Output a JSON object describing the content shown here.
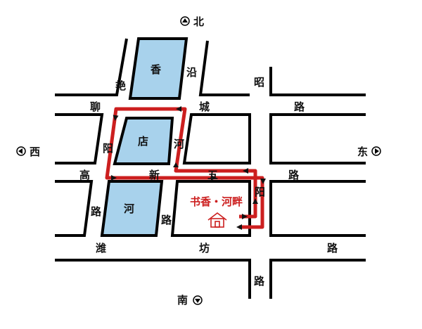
{
  "compass": {
    "north": "北",
    "south": "南",
    "west": "西",
    "east": "东"
  },
  "streets": {
    "yanyang": [
      "艳",
      "阳",
      "路"
    ],
    "xiangyan": [
      "沿"
    ],
    "zhaoyang": [
      "昭",
      "阳"
    ],
    "liaocheng": [
      "聊",
      "城",
      "路"
    ],
    "gaoxin": [
      "高",
      "新",
      "五",
      "路"
    ],
    "weifang": [
      "潍",
      "坊",
      "路"
    ],
    "hehe": [
      "河",
      "路"
    ]
  },
  "park_labels": [
    "香",
    "店",
    "河"
  ],
  "destination": {
    "label": "书香・河畔",
    "icon": "house-icon"
  },
  "colors": {
    "route": "#cc1f1f",
    "park": "#a8d2ec"
  }
}
